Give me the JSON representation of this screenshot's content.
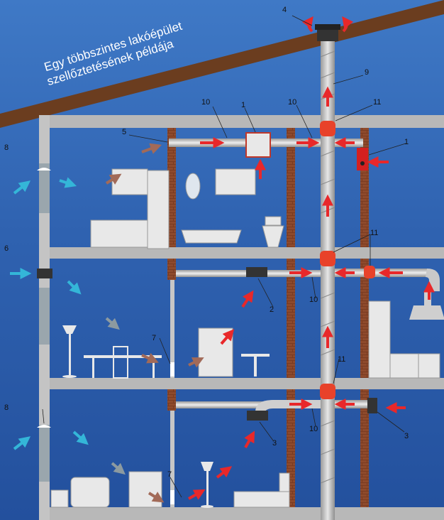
{
  "title": {
    "line1": "Egy többszintes lakóépület",
    "line2": "szellőztetésének példája"
  },
  "callouts": {
    "n1a": "1",
    "n1b": "1",
    "n2": "2",
    "n3a": "3",
    "n3b": "3",
    "n4": "4",
    "n5": "5",
    "n6": "6",
    "n7a": "7",
    "n7b": "7",
    "n8a": "8",
    "n8b": "8",
    "n9": "9",
    "n10a": "10",
    "n10b": "10",
    "n10c": "10",
    "n10d": "10",
    "n11a": "11",
    "n11b": "11",
    "n11c": "11"
  },
  "colors": {
    "roof": "#6b3d1f",
    "floor_slab": "#b6b6b6",
    "brick": "#7a3b21",
    "duct": "#c9c9c9",
    "junction": "#e8422a",
    "arrow_red": "#e8282a",
    "arrow_cyan": "#34b6d8",
    "arrow_brown": "#a26a58",
    "arrow_grey": "#8c9aa0",
    "wall": "#c6c6c6"
  },
  "icons": [
    "roof-fan-icon",
    "kitchen-icon",
    "bathtub-icon",
    "toilet-icon",
    "floor-lamp-icon",
    "dining-table-icon",
    "bookcase-icon",
    "fridge-icon",
    "range-hood-icon",
    "armchair-icon",
    "dresser-icon",
    "bed-icon",
    "wall-vent-icon"
  ]
}
